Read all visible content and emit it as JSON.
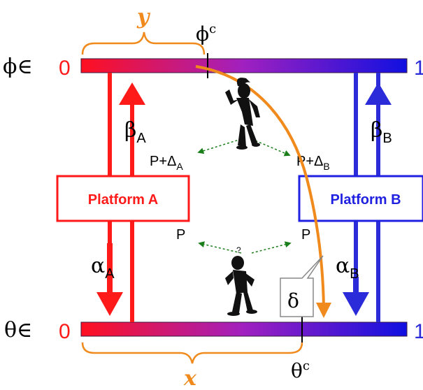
{
  "top_axis": {
    "prefix": "ϕ∈",
    "start": "0",
    "end": "1",
    "threshold": "ϕ",
    "threshold_sup": "c",
    "brace_label": "y"
  },
  "bottom_axis": {
    "prefix": "θ∈",
    "start": "0",
    "end": "1",
    "threshold": "θ",
    "threshold_sup": "c",
    "brace_label": "x"
  },
  "platform_a": {
    "label": "Platform A",
    "top_param": "β",
    "top_param_sub": "A",
    "bottom_param": "α",
    "bottom_param_sub": "A",
    "price_high": "P+Δ",
    "price_high_sub": "A",
    "price_low": "P"
  },
  "platform_b": {
    "label": "Platform B",
    "top_param": "β",
    "top_param_sub": "B",
    "bottom_param": "α",
    "bottom_param_sub": "B",
    "price_high": "P+Δ",
    "price_high_sub": "B",
    "price_low": "P"
  },
  "callout": "δ",
  "colors": {
    "red": "#ff0000",
    "blue": "#2b2bd9",
    "orange": "#f08a1c",
    "green": "#1a7f1a",
    "bar_start": "#ff1020",
    "bar_mid": "#a020c0",
    "bar_end": "#1010e0"
  },
  "icons": [
    "thinking-person-icon",
    "confused-person-icon"
  ]
}
